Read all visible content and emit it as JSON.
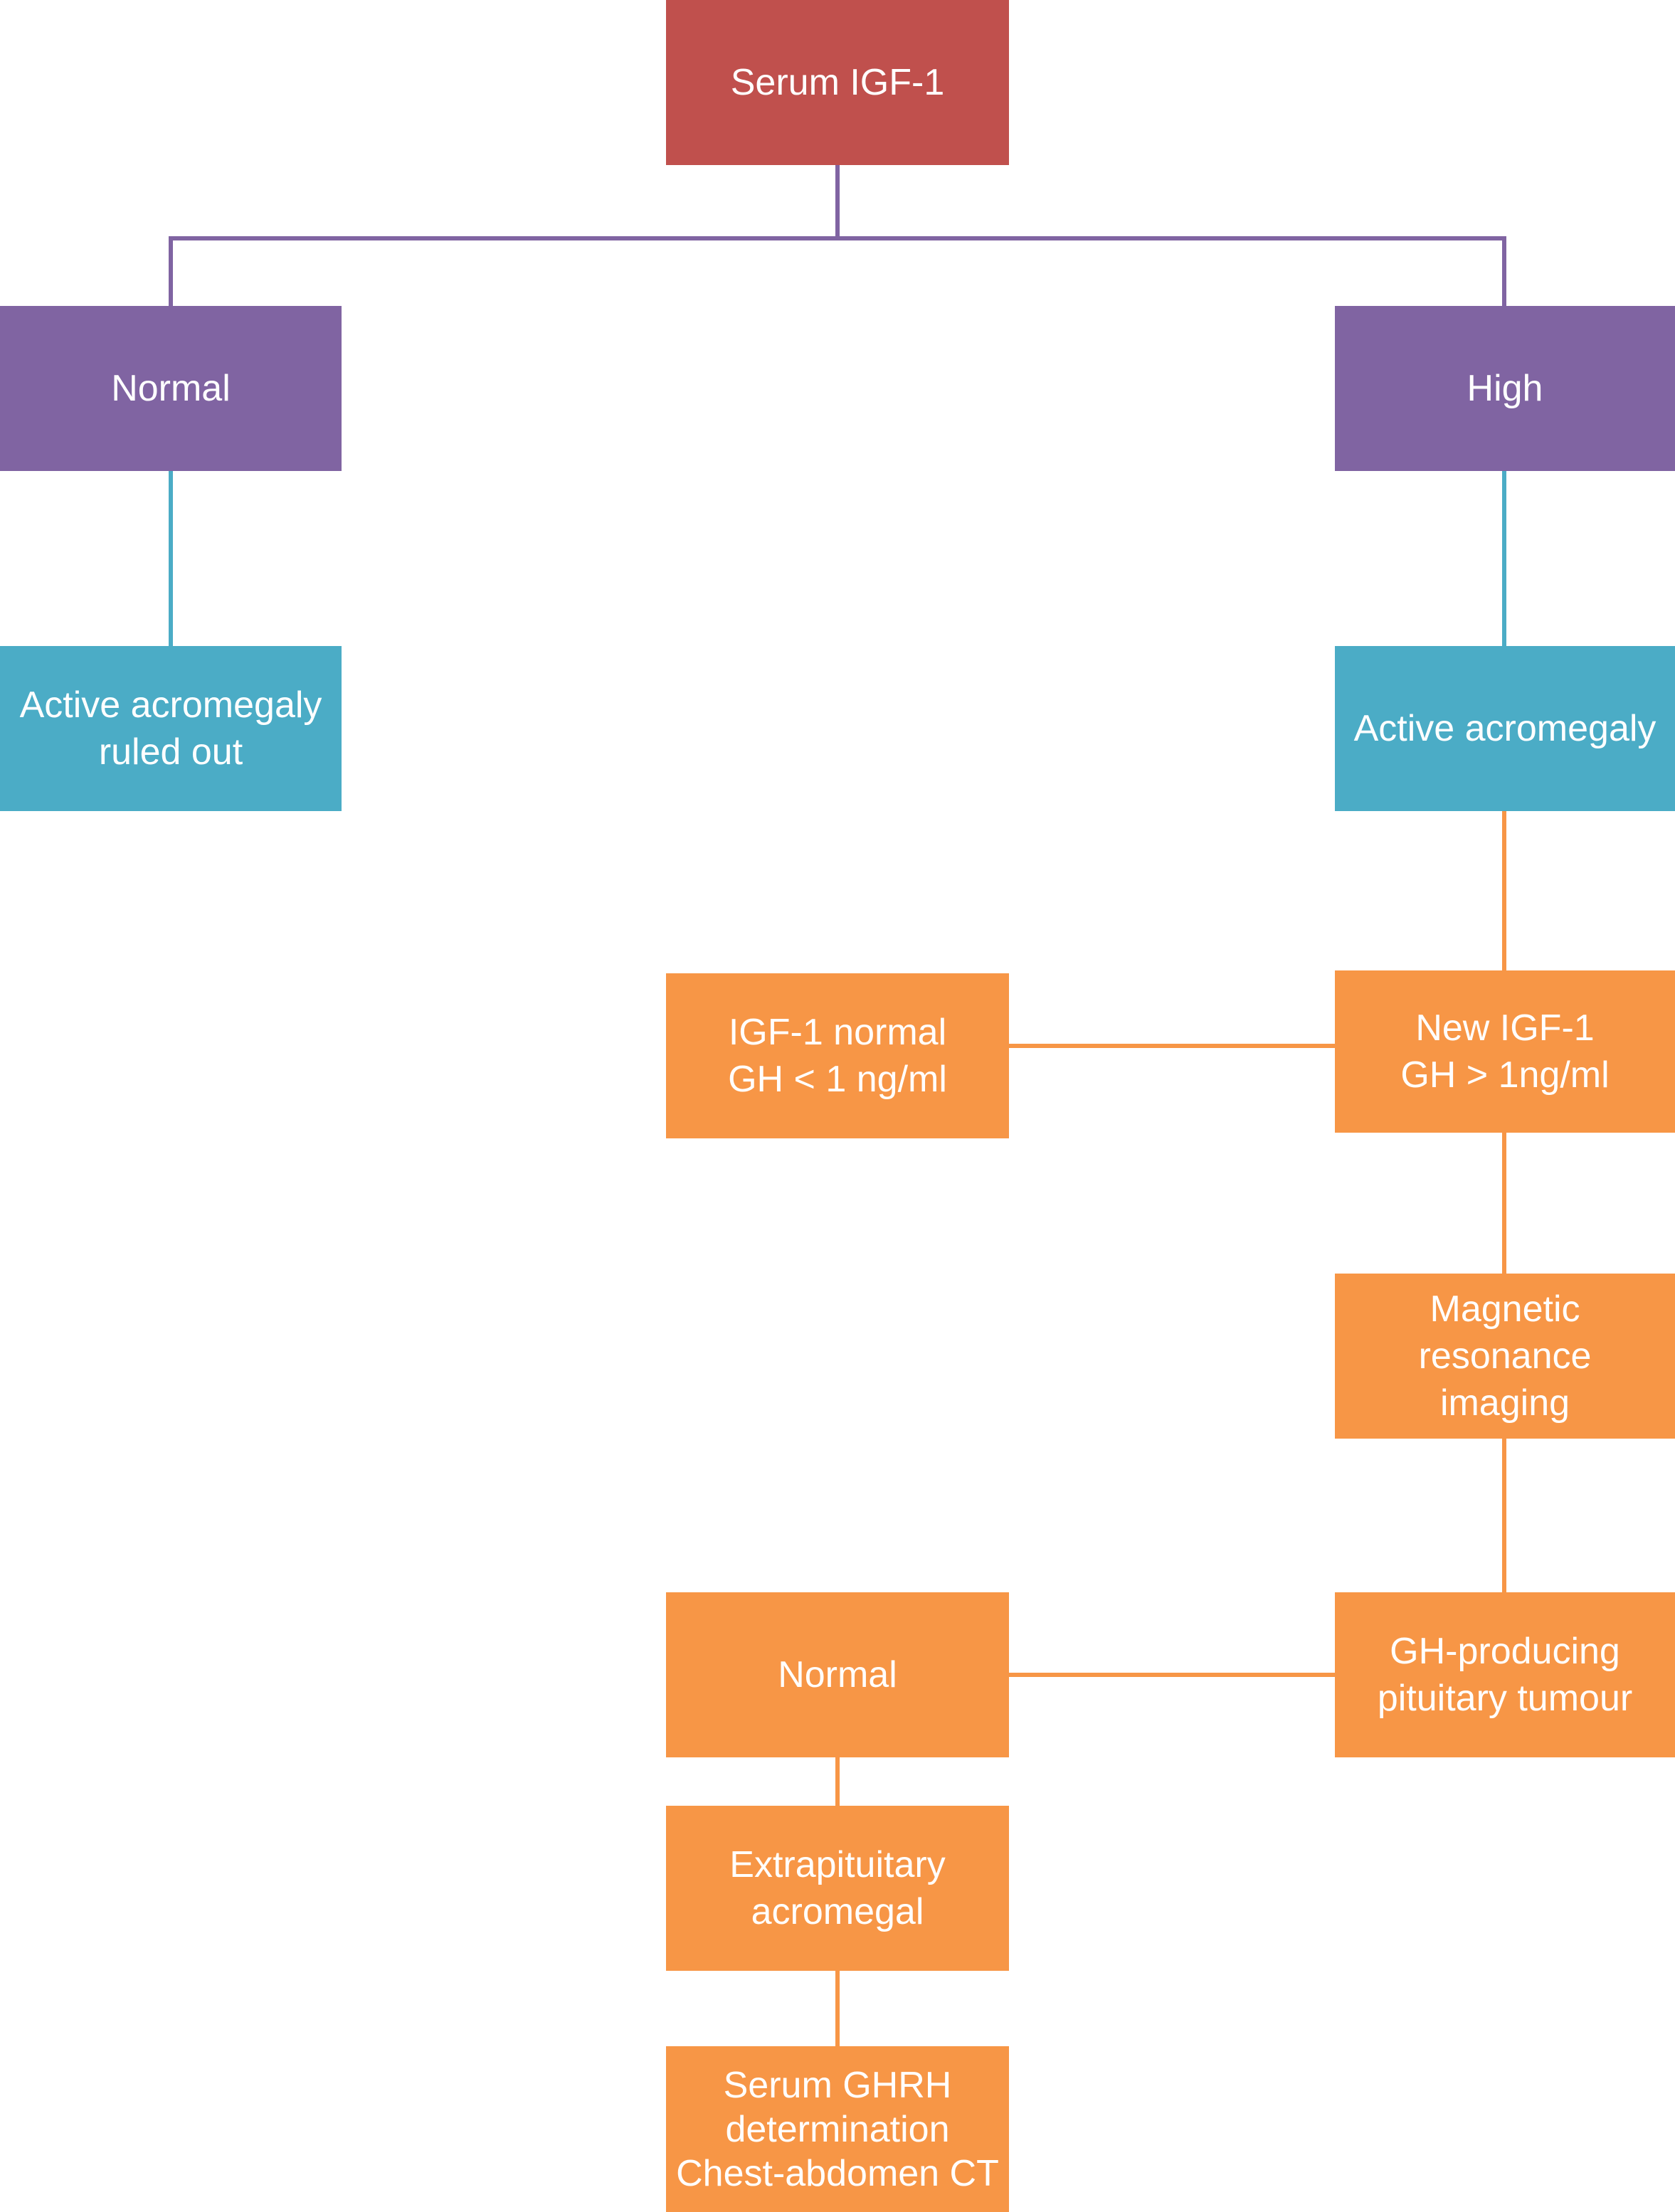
{
  "flowchart": {
    "root": "Serum IGF-1",
    "normal_branch": "Normal",
    "high_branch": "High",
    "ruled_out": "Active acromegaly\nruled out",
    "active": "Active acromegaly",
    "new_test": "New IGF-1\nGH > 1ng/ml",
    "igf_normal": "IGF-1 normal\nGH < 1 ng/ml",
    "mri": "Magnetic\nresonance\nimaging",
    "tumour": "GH-producing\npituitary tumour",
    "mri_normal": "Normal",
    "extrapituitary": "Extrapituitary\nacromegal",
    "ghrh": "Serum GHRH\ndetermination\nChest-abdomen CT"
  },
  "colors": {
    "root": "#c0504d",
    "branch": "#8064a2",
    "diagnosis": "#4bacc6",
    "workup": "#f79646"
  }
}
